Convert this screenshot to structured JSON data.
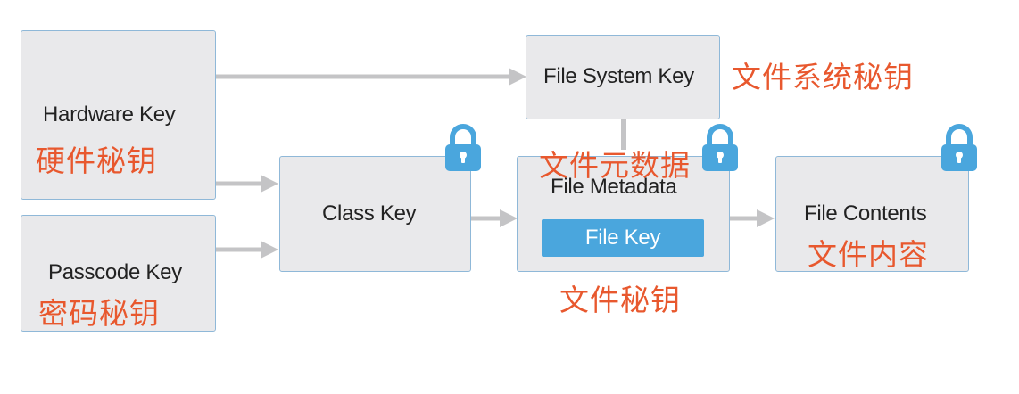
{
  "nodes": {
    "hardware_key": {
      "label": "Hardware Key",
      "label_cn": "硬件秘钥"
    },
    "passcode_key": {
      "label": "Passcode Key",
      "label_cn": "密码秘钥"
    },
    "class_key": {
      "label": "Class Key"
    },
    "file_system_key": {
      "label": "File System Key",
      "label_cn": "文件系统秘钥"
    },
    "file_metadata": {
      "label": "File Metadata",
      "label_cn": "文件元数据",
      "file_key_label": "File Key",
      "file_key_cn": "文件秘钥"
    },
    "file_contents": {
      "label": "File Contents",
      "label_cn": "文件内容"
    }
  },
  "icons": {
    "lock": "lock-icon",
    "lock_color": "#4aa6dd"
  },
  "colors": {
    "box_fill": "#e9e9eb",
    "box_border": "#8fb8d8",
    "arrow": "#c4c4c6",
    "annotation": "#e8582e",
    "file_key_fill": "#4aa6dd"
  }
}
